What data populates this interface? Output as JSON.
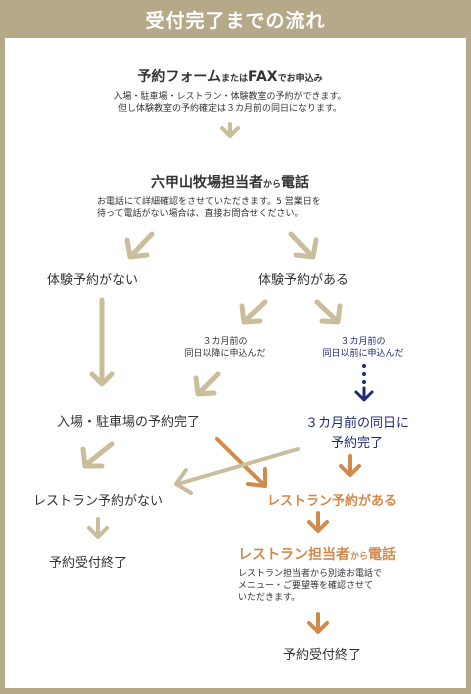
{
  "header": {
    "title": "受付完了までの流れ"
  },
  "colors": {
    "header_bg": "#b5a98a",
    "arrow_tan": "#c9bd9b",
    "arrow_orange": "#d28a4b",
    "arrow_navy": "#1e2a78",
    "text_orange": "#d28a4b",
    "text_navy": "#1e2a78"
  },
  "step1": {
    "title_a": "予約フォーム",
    "title_b": "または",
    "title_c": "FAX",
    "title_d": "でお申込み",
    "desc_1": "入場・駐車場・レストラン・体験教室の予約ができます。",
    "desc_2": "但し体験教室の予約確定は３カ月前の同日になります。"
  },
  "step2": {
    "title_a": "六甲山牧場担当者",
    "title_b": "から",
    "title_c": "電話",
    "desc_1": "お電話にて詳細確認をさせていただきます。5 営業日を",
    "desc_2": "待って電話がない場合は、直接お問合せください。"
  },
  "branch_left": {
    "label": "体験予約がない"
  },
  "branch_right": {
    "label": "体験予約がある"
  },
  "sub_left": {
    "line_1": "３カ月前の",
    "line_2": "同日以降に申込んだ"
  },
  "sub_right": {
    "line_1": "３カ月前の",
    "line_2": "同日以前に申込んだ"
  },
  "complete_left": {
    "label": "入場・駐車場の予約完了"
  },
  "complete_right": {
    "line_1": "３カ月前の同日に",
    "line_2": "予約完了"
  },
  "rest_none": {
    "label": "レストラン予約がない"
  },
  "rest_yes": {
    "label": "レストラン予約がある"
  },
  "end_left": {
    "label": "予約受付終了"
  },
  "rest_call": {
    "title_a": "レストラン担当者",
    "title_b": "から",
    "title_c": "電話",
    "desc_1": "レストラン担当者から別途お電話で",
    "desc_2": "メニュー・ご要望等を確認させて",
    "desc_3": "いただきます。"
  },
  "end_right": {
    "label": "予約受付終了"
  }
}
